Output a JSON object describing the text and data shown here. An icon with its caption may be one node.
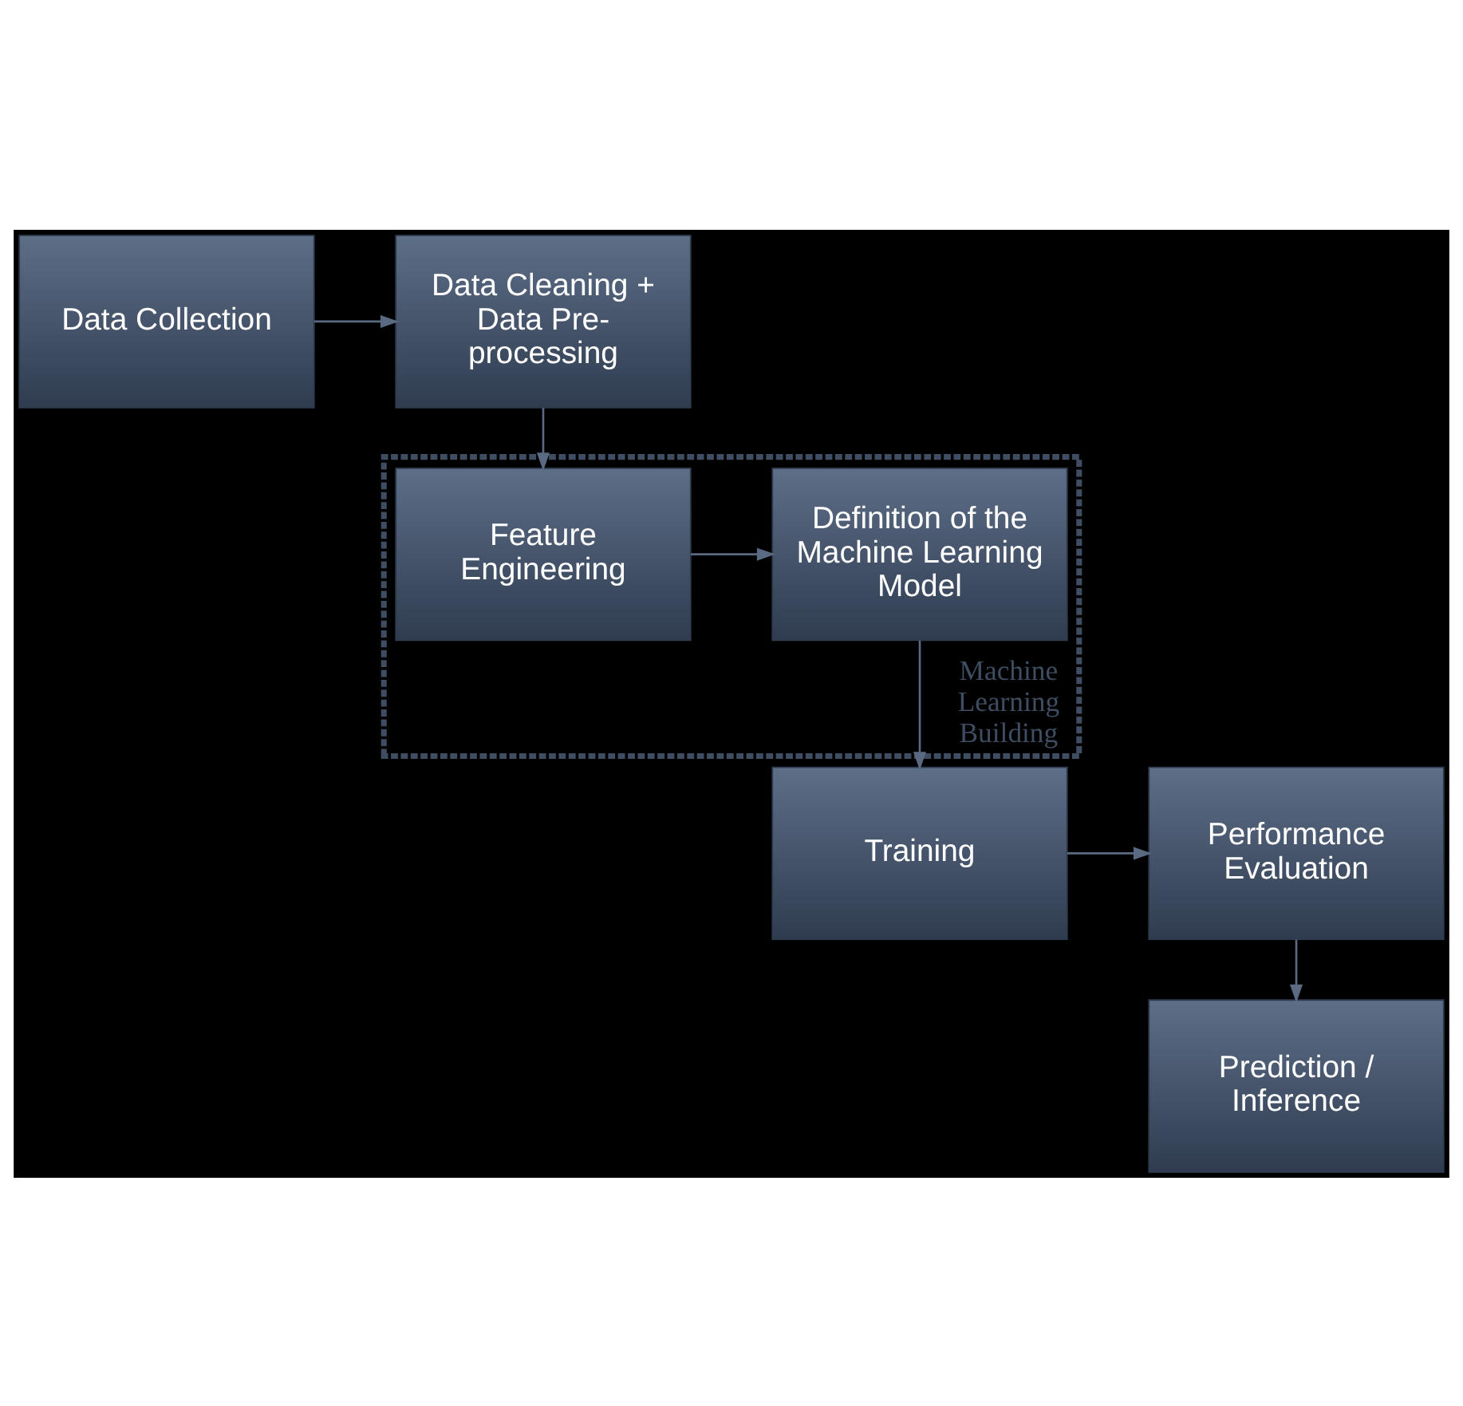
{
  "diagram": {
    "nodes": [
      {
        "text": [
          "Data Collection"
        ]
      },
      {
        "text": [
          "Data Cleaning + Data Pre-processing"
        ]
      },
      {
        "text": [
          "Machine Learning Building"
        ]
      },
      {
        "text": [
          "Feature Engineering"
        ],
        "in": 2
      },
      {
        "text": [
          "Definition of the Machine Learning Model"
        ],
        "in": 2
      },
      {
        "text": [
          "Training"
        ]
      },
      {
        "text": [
          "Performance Evaluation"
        ]
      },
      {
        "text": [
          "Prediction / Inference"
        ]
      }
    ],
    "edges": [
      {
        "from": 0,
        "to": 1,
        "arrow": "to"
      },
      {
        "from": 1,
        "to": 3,
        "arrow": "to"
      },
      {
        "from": 3,
        "to": 4,
        "arrow": "to"
      },
      {
        "from": 4,
        "to": 5,
        "arrow": "to"
      },
      {
        "from": 5,
        "to": 6,
        "arrow": "to"
      },
      {
        "from": 6,
        "to": 7,
        "arrow": "to"
      }
    ]
  }
}
